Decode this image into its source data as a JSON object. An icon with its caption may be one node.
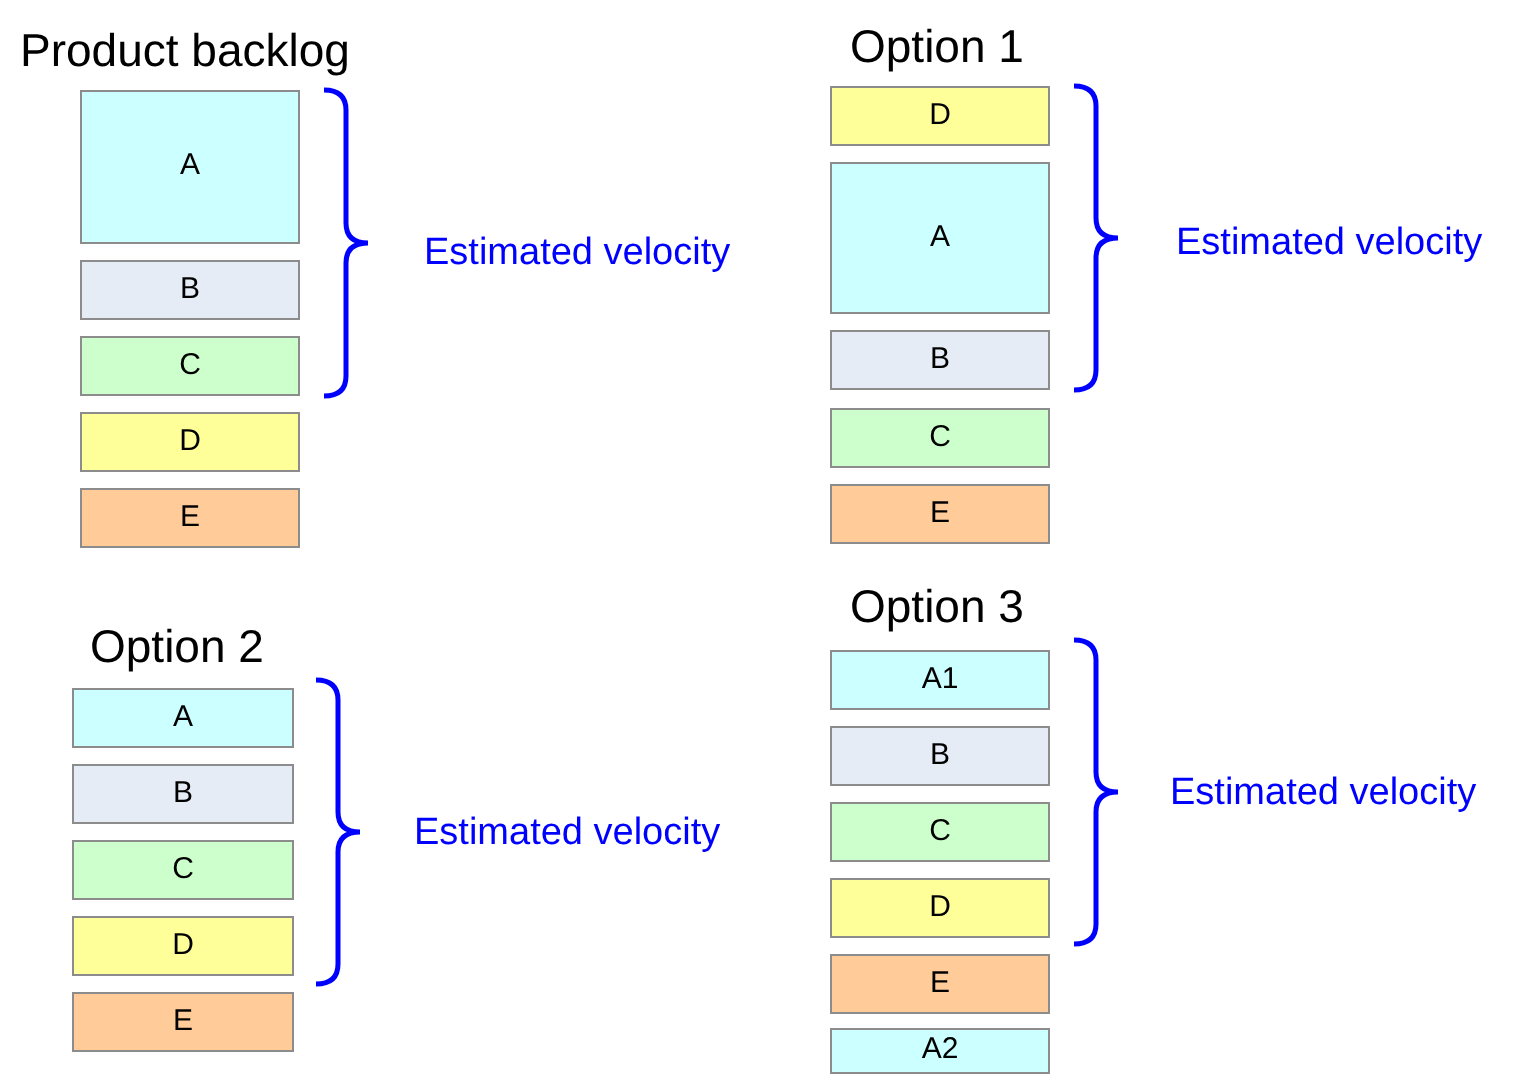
{
  "diagram": {
    "nodes": [
      {
        "text": [
          "A"
        ]
      },
      {
        "text": [
          "B"
        ]
      },
      {
        "text": [
          "C"
        ]
      },
      {
        "text": [
          "D"
        ]
      },
      {
        "text": [
          "E"
        ]
      },
      {
        "text": [
          "D"
        ]
      },
      {
        "text": [
          "A"
        ]
      },
      {
        "text": [
          "B"
        ]
      },
      {
        "text": [
          "C"
        ]
      },
      {
        "text": [
          "E"
        ]
      },
      {
        "text": [
          "A"
        ]
      },
      {
        "text": [
          "B"
        ]
      },
      {
        "text": [
          "C"
        ]
      },
      {
        "text": [
          "D"
        ]
      },
      {
        "text": [
          "E"
        ]
      },
      {
        "text": [
          "A1"
        ]
      },
      {
        "text": [
          "B"
        ]
      },
      {
        "text": [
          "C"
        ]
      },
      {
        "text": [
          "D"
        ]
      },
      {
        "text": [
          "E"
        ]
      },
      {
        "text": [
          "A2"
        ]
      }
    ],
    "labels": [
      "Product backlog",
      "Option 1",
      "Estimated velocity",
      "Estimated velocity",
      "Option 2",
      "Option 3",
      "Estimated velocity",
      "Estimated velocity"
    ]
  }
}
